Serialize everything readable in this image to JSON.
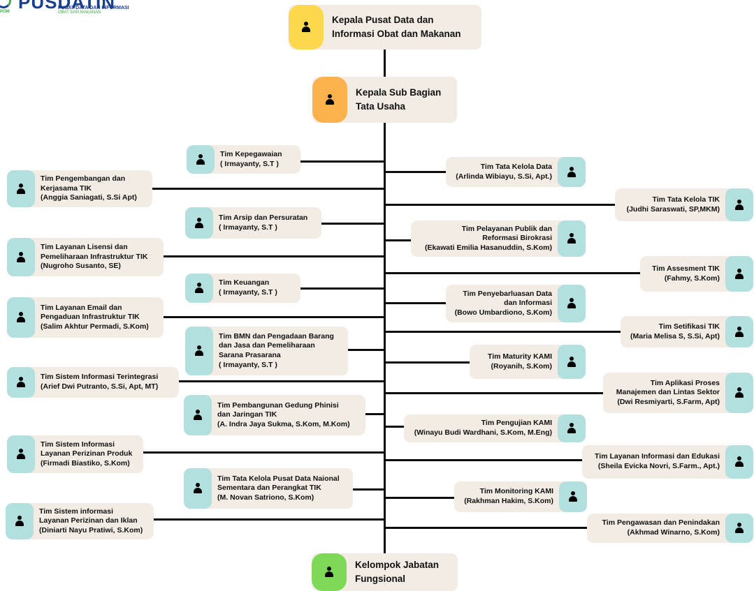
{
  "header": {
    "logo_title": "PUSDATIN",
    "logo_subtitle": "PUSAT DATA DAN INFORMASI",
    "logo_subtitle2": "OBAT DAN MAKANAN",
    "logo_side": "POM"
  },
  "top": {
    "line1": "Kepala Pusat Data dan",
    "line2": "Informasi Obat dan Makanan"
  },
  "sub": {
    "line1": "Kepala Sub Bagian",
    "line2": "Tata Usaha"
  },
  "bottom": {
    "line1": "Kelompok Jabatan",
    "line2": "Fungsional"
  },
  "teams": [
    {
      "lines": [
        "Tim Kepegawaian",
        "( Irmayanty, S.T )"
      ]
    },
    {
      "lines": [
        "Tim Tata Kelola Data",
        "(Arlinda Wibiayu, S.Si, Apt.)"
      ]
    },
    {
      "lines": [
        "Tim Pengembangan dan",
        "Kerjasama TIK",
        "(Anggia Saniagati, S.Si Apt)"
      ]
    },
    {
      "lines": [
        "Tim Tata Kelola TIK",
        "(Judhi Saraswati, SP,MKM)"
      ]
    },
    {
      "lines": [
        "Tim Arsip dan Persuratan",
        "( Irmayanty, S.T )"
      ]
    },
    {
      "lines": [
        "Tim Pelayanan Publik dan",
        "Reformasi Birokrasi",
        "(Ekawati Emilia Hasanuddin, S.Kom)"
      ]
    },
    {
      "lines": [
        "Tim Layanan Lisensi dan",
        "Pemeliharaan Infrastruktur TIK",
        "(Nugroho Susanto, SE)"
      ]
    },
    {
      "lines": [
        "Tim Assesment TIK",
        "(Fahmy, S.Kom)"
      ]
    },
    {
      "lines": [
        "Tim Keuangan",
        "( Irmayanty, S.T )"
      ]
    },
    {
      "lines": [
        "Tim Penyebarluasan Data",
        "dan Informasi",
        "(Bowo Umbardiono, S.Kom)"
      ]
    },
    {
      "lines": [
        "Tim Layanan Email dan",
        "Pengaduan Infrastruktur TIK",
        "(Salim Akhtur Permadi, S.Kom)"
      ]
    },
    {
      "lines": [
        "Tim Setifikasi TIK",
        "(Maria Melisa S, S.Si, Apt)"
      ]
    },
    {
      "lines": [
        "Tim BMN dan Pengadaan Barang",
        "dan Jasa dan Pemeliharaan",
        "Sarana Prasarana",
        "( Irmayanty, S.T )"
      ]
    },
    {
      "lines": [
        "Tim Maturity KAMI",
        "(Royanih, S.Kom)"
      ]
    },
    {
      "lines": [
        "Tim Sistem Informasi Terintegrasi",
        "(Arief Dwi Putranto, S.Si, Apt, MT)"
      ]
    },
    {
      "lines": [
        "Tim Aplikasi Proses",
        "Manajemen dan Lintas Sektor",
        "(Dwi Resmiyarti, S.Farm, Apt)"
      ]
    },
    {
      "lines": [
        "Tim Pembangunan Gedung Phinisi",
        "dan Jaringan TIK",
        "(A. Indra Jaya Sukma, S.Kom, M.Kom)"
      ]
    },
    {
      "lines": [
        "Tim Pengujian KAMI",
        "(Winayu Budi Wardhani, S.Kom, M.Eng)"
      ]
    },
    {
      "lines": [
        "Tim Sistem Informasi",
        "Layanan Perizinan Produk",
        "(Firmadi Biastiko, S.Kom)"
      ]
    },
    {
      "lines": [
        "Tim Layanan Informasi dan Edukasi",
        "(Sheila Evicka Novri, S.Farm., Apt.)"
      ]
    },
    {
      "lines": [
        "Tim Tata Kelola Pusat Data Naional",
        "Sementara dan Perangkat TIK",
        "(M. Novan Satriono, S.Kom)"
      ]
    },
    {
      "lines": [
        "Tim Monitoring KAMI",
        "(Rakhman Hakim, S.Kom)"
      ]
    },
    {
      "lines": [
        "Tim Sistem informasi",
        "Layanan Perizinan dan Iklan",
        "(Diniarti Nayu Pratiwi, S.Kom)"
      ]
    },
    {
      "lines": [
        "Tim Pengawasan dan Penindakan",
        "(Akhmad Winarno, S.Kom)"
      ]
    }
  ]
}
